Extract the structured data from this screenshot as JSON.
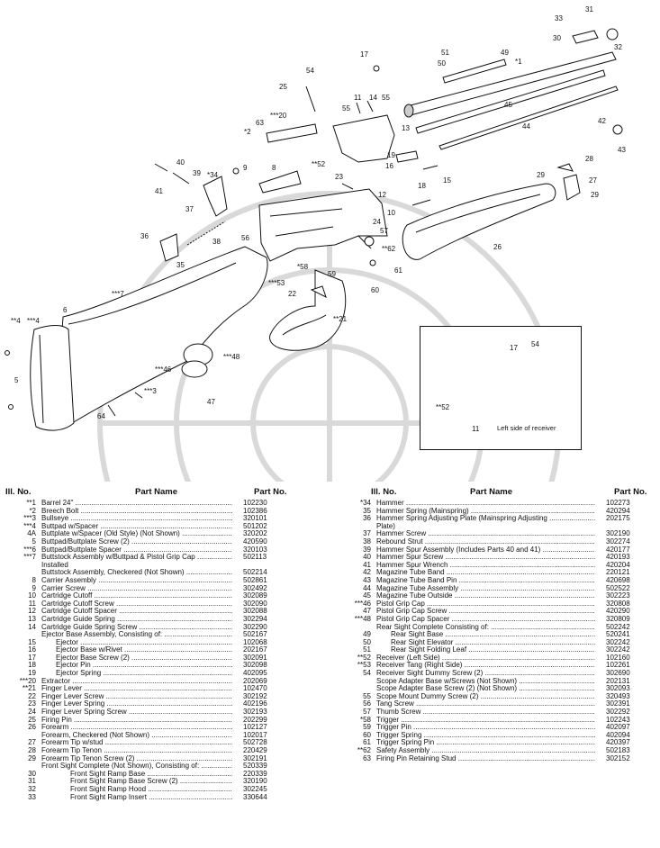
{
  "callouts": [
    {
      "id": "c1",
      "label": "*1"
    },
    {
      "id": "c2",
      "label": "*2"
    },
    {
      "id": "c3",
      "label": "***3"
    },
    {
      "id": "c4",
      "label": "***4"
    },
    {
      "id": "c5",
      "label": "5"
    },
    {
      "id": "c6",
      "label": "6"
    },
    {
      "id": "c7",
      "label": "***7"
    },
    {
      "id": "c8",
      "label": "8"
    },
    {
      "id": "c9",
      "label": "9"
    },
    {
      "id": "c10",
      "label": "10"
    },
    {
      "id": "c11",
      "label": "11"
    },
    {
      "id": "c12",
      "label": "12"
    },
    {
      "id": "c13",
      "label": "13"
    },
    {
      "id": "c14",
      "label": "14"
    },
    {
      "id": "c15",
      "label": "15"
    },
    {
      "id": "c16",
      "label": "16"
    },
    {
      "id": "c17",
      "label": "17"
    },
    {
      "id": "c18",
      "label": "18"
    },
    {
      "id": "c19",
      "label": "19"
    },
    {
      "id": "c20",
      "label": "***20"
    },
    {
      "id": "c21",
      "label": "**21"
    },
    {
      "id": "c22",
      "label": "22"
    },
    {
      "id": "c23",
      "label": "23"
    },
    {
      "id": "c24",
      "label": "24"
    },
    {
      "id": "c25",
      "label": "25"
    },
    {
      "id": "c26",
      "label": "26"
    },
    {
      "id": "c27",
      "label": "27"
    },
    {
      "id": "c28",
      "label": "28"
    },
    {
      "id": "c29a",
      "label": "29"
    },
    {
      "id": "c29b",
      "label": "29"
    },
    {
      "id": "c30",
      "label": "30"
    },
    {
      "id": "c31",
      "label": "31"
    },
    {
      "id": "c32",
      "label": "32"
    },
    {
      "id": "c33",
      "label": "33"
    },
    {
      "id": "c34",
      "label": "*34"
    },
    {
      "id": "c35",
      "label": "35"
    },
    {
      "id": "c36",
      "label": "36"
    },
    {
      "id": "c37",
      "label": "37"
    },
    {
      "id": "c38",
      "label": "38"
    },
    {
      "id": "c39",
      "label": "39"
    },
    {
      "id": "c40",
      "label": "40"
    },
    {
      "id": "c41",
      "label": "41"
    },
    {
      "id": "c42",
      "label": "42"
    },
    {
      "id": "c43",
      "label": "43"
    },
    {
      "id": "c44",
      "label": "44"
    },
    {
      "id": "c45",
      "label": "45"
    },
    {
      "id": "c46",
      "label": "***46"
    },
    {
      "id": "c47",
      "label": "47"
    },
    {
      "id": "c48",
      "label": "***48"
    },
    {
      "id": "c49",
      "label": "49"
    },
    {
      "id": "c50",
      "label": "50"
    },
    {
      "id": "c51",
      "label": "51"
    },
    {
      "id": "c52",
      "label": "**52"
    },
    {
      "id": "c53",
      "label": "***53"
    },
    {
      "id": "c54",
      "label": "54"
    },
    {
      "id": "c55a",
      "label": "55"
    },
    {
      "id": "c55b",
      "label": "55"
    },
    {
      "id": "c56",
      "label": "56"
    },
    {
      "id": "c57",
      "label": "57"
    },
    {
      "id": "c58",
      "label": "*58"
    },
    {
      "id": "c59",
      "label": "59"
    },
    {
      "id": "c60",
      "label": "60"
    },
    {
      "id": "c61",
      "label": "61"
    },
    {
      "id": "c62",
      "label": "**62"
    },
    {
      "id": "c63",
      "label": "63"
    },
    {
      "id": "c64",
      "label": "64"
    },
    {
      "id": "c4a",
      "label": "**4"
    }
  ],
  "inset": {
    "callouts": [
      {
        "id": "i17",
        "label": "17"
      },
      {
        "id": "i54",
        "label": "54"
      },
      {
        "id": "i52",
        "label": "**52"
      },
      {
        "id": "i11",
        "label": "11"
      }
    ],
    "caption": "Left side of receiver"
  },
  "headers": {
    "ill_no": "Ill. No.",
    "part_name": "Part Name",
    "part_no": "Part No."
  },
  "left_rows": [
    {
      "no": "**1",
      "name": "Barrel 24\"",
      "pn": "102230",
      "indent": 0
    },
    {
      "no": "*2",
      "name": "Breech Bolt",
      "pn": "102386",
      "indent": 0
    },
    {
      "no": "***3",
      "name": "Bullseye",
      "pn": "320101",
      "indent": 0
    },
    {
      "no": "***4",
      "name": "Buttpad w/Spacer",
      "pn": "501202",
      "indent": 0
    },
    {
      "no": "4A",
      "name": "Buttplate w/Spacer (Old Style) (Not Shown)",
      "pn": "320202",
      "indent": 0
    },
    {
      "no": "5",
      "name": "Buttpad/Buttplate Screw (2)",
      "pn": "420590",
      "indent": 0
    },
    {
      "no": "***6",
      "name": "Buttpad/Buttplate Spacer",
      "pn": "320103",
      "indent": 0
    },
    {
      "no": "***7",
      "name": "Buttstock Assembly w/Buttpad & Pistol Grip Cap",
      "pn": "502113",
      "indent": 0
    },
    {
      "no": "",
      "name": "Installed",
      "pn": "",
      "indent": 0,
      "cont": true
    },
    {
      "no": "",
      "name": "Buttstock Assembly, Checkered (Not Shown)",
      "pn": "502214",
      "indent": 0
    },
    {
      "no": "8",
      "name": "Carrier Assembly",
      "pn": "502861",
      "indent": 0
    },
    {
      "no": "9",
      "name": "Carrier Screw",
      "pn": "302492",
      "indent": 0
    },
    {
      "no": "10",
      "name": "Cartridge Cutoff",
      "pn": "302089",
      "indent": 0
    },
    {
      "no": "11",
      "name": "Cartridge Cutoff Screw",
      "pn": "302090",
      "indent": 0
    },
    {
      "no": "12",
      "name": "Cartridge Cutoff Spacer",
      "pn": "302088",
      "indent": 0
    },
    {
      "no": "13",
      "name": "Cartridge Guide Spring",
      "pn": "302294",
      "indent": 0
    },
    {
      "no": "14",
      "name": "Cartridge Guide Spring Screw",
      "pn": "302290",
      "indent": 0
    },
    {
      "no": "",
      "name": "Ejector Base Assembly, Consisting of:",
      "pn": "502167",
      "indent": 0
    },
    {
      "no": "15",
      "name": "Ejector",
      "pn": "102068",
      "indent": 1
    },
    {
      "no": "16",
      "name": "Ejector Base w/Rivet",
      "pn": "202167",
      "indent": 1
    },
    {
      "no": "17",
      "name": "Ejector Base Screw (2)",
      "pn": "302091",
      "indent": 1
    },
    {
      "no": "18",
      "name": "Ejector Pin",
      "pn": "302098",
      "indent": 1
    },
    {
      "no": "19",
      "name": "Ejector Spring",
      "pn": "402095",
      "indent": 1
    },
    {
      "no": "***20",
      "name": "Extractor",
      "pn": "202069",
      "indent": 0
    },
    {
      "no": "**21",
      "name": "Finger Lever",
      "pn": "102470",
      "indent": 0
    },
    {
      "no": "22",
      "name": "Finger Lever Screw",
      "pn": "302192",
      "indent": 0
    },
    {
      "no": "23",
      "name": "Finger Lever Spring",
      "pn": "402196",
      "indent": 0
    },
    {
      "no": "24",
      "name": "Finger Lever Spring Screw",
      "pn": "302193",
      "indent": 0
    },
    {
      "no": "25",
      "name": "Firing Pin",
      "pn": "202299",
      "indent": 0
    },
    {
      "no": "26",
      "name": "Forearm",
      "pn": "102127",
      "indent": 0
    },
    {
      "no": "",
      "name": "Forearm, Checkered (Not Shown)",
      "pn": "102017",
      "indent": 0
    },
    {
      "no": "27",
      "name": "Forearm Tip w/stud",
      "pn": "502728",
      "indent": 0
    },
    {
      "no": "28",
      "name": "Forearm Tip Tenon",
      "pn": "220429",
      "indent": 0
    },
    {
      "no": "29",
      "name": "Forearm Tip Tenon Screw (2)",
      "pn": "302191",
      "indent": 0
    },
    {
      "no": "",
      "name": "Front Sight Complete (Not Shown), Consisting of:",
      "pn": "520339",
      "indent": 0
    },
    {
      "no": "30",
      "name": "Front Sight Ramp Base",
      "pn": "220339",
      "indent": 2
    },
    {
      "no": "31",
      "name": "Front Sight Ramp Base Screw (2)",
      "pn": "320190",
      "indent": 2
    },
    {
      "no": "32",
      "name": "Front Sight Ramp Hood",
      "pn": "302245",
      "indent": 2
    },
    {
      "no": "33",
      "name": "Front Sight Ramp Insert",
      "pn": "330644",
      "indent": 2
    }
  ],
  "right_rows": [
    {
      "no": "*34",
      "name": "Hammer",
      "pn": "102273",
      "indent": 0
    },
    {
      "no": "35",
      "name": "Hammer Spring (Mainspring)",
      "pn": "420294",
      "indent": 0
    },
    {
      "no": "36",
      "name": "Hammer Spring Adjusting Plate (Mainspring Adjusting",
      "pn": "202175",
      "indent": 0
    },
    {
      "no": "",
      "name": "Plate)",
      "pn": "",
      "indent": 0,
      "cont": true
    },
    {
      "no": "37",
      "name": "Hammer Screw",
      "pn": "302190",
      "indent": 0
    },
    {
      "no": "38",
      "name": "Rebound Strut",
      "pn": "302274",
      "indent": 0
    },
    {
      "no": "39",
      "name": "Hammer Spur Assembly (Includes Parts 40 and 41)",
      "pn": "420177",
      "indent": 0
    },
    {
      "no": "40",
      "name": "Hammer Spur Screw",
      "pn": "420193",
      "indent": 0
    },
    {
      "no": "41",
      "name": "Hammer Spur Wrench",
      "pn": "420204",
      "indent": 0
    },
    {
      "no": "42",
      "name": "Magazine Tube Band",
      "pn": "220121",
      "indent": 0
    },
    {
      "no": "43",
      "name": "Magazine Tube Band Pin",
      "pn": "420698",
      "indent": 0
    },
    {
      "no": "44",
      "name": "Magazine Tube Assembly",
      "pn": "502522",
      "indent": 0
    },
    {
      "no": "45",
      "name": "Magazine Tube Outside",
      "pn": "302223",
      "indent": 0
    },
    {
      "no": "***46",
      "name": "Pistol Grip Cap",
      "pn": "320808",
      "indent": 0
    },
    {
      "no": "47",
      "name": "Pistol Grip Cap Screw",
      "pn": "420290",
      "indent": 0
    },
    {
      "no": "***48",
      "name": "Pistol Grip Cap Spacer",
      "pn": "320809",
      "indent": 0
    },
    {
      "no": "",
      "name": "Rear Sight Complete Consisting of:",
      "pn": "502242",
      "indent": 0
    },
    {
      "no": "49",
      "name": "Rear Sight Base",
      "pn": "520241",
      "indent": 1
    },
    {
      "no": "50",
      "name": "Rear Sight Elevator",
      "pn": "302242",
      "indent": 1
    },
    {
      "no": "51",
      "name": "Rear Sight Folding Leaf",
      "pn": "302242",
      "indent": 1
    },
    {
      "no": "**52",
      "name": "Receiver (Left Side)",
      "pn": "102160",
      "indent": 0
    },
    {
      "no": "**53",
      "name": "Receiver Tang (Right Side)",
      "pn": "102261",
      "indent": 0
    },
    {
      "no": "54",
      "name": "Receiver Sight Dummy Screw (2)",
      "pn": "302690",
      "indent": 0
    },
    {
      "no": "",
      "name": "Scope Adapter Base w/Screws (Not Shown)",
      "pn": "202131",
      "indent": 0
    },
    {
      "no": "",
      "name": "Scope Adapter Base Screw (2) (Not Shown)",
      "pn": "302093",
      "indent": 0
    },
    {
      "no": "55",
      "name": "Scope Mount Dummy Screw (2)",
      "pn": "320493",
      "indent": 0
    },
    {
      "no": "56",
      "name": "Tang Screw",
      "pn": "302391",
      "indent": 0
    },
    {
      "no": "57",
      "name": "Thumb Screw",
      "pn": "302292",
      "indent": 0
    },
    {
      "no": "*58",
      "name": "Trigger",
      "pn": "102243",
      "indent": 0
    },
    {
      "no": "59",
      "name": "Trigger Pin",
      "pn": "402097",
      "indent": 0
    },
    {
      "no": "60",
      "name": "Trigger Spring",
      "pn": "402094",
      "indent": 0
    },
    {
      "no": "61",
      "name": "Trigger Spring Pin",
      "pn": "420397",
      "indent": 0
    },
    {
      "no": "**62",
      "name": "Safety Assembly",
      "pn": "502183",
      "indent": 0
    },
    {
      "no": "63",
      "name": "Firing Pin Retaining Stud",
      "pn": "302152",
      "indent": 0
    }
  ]
}
